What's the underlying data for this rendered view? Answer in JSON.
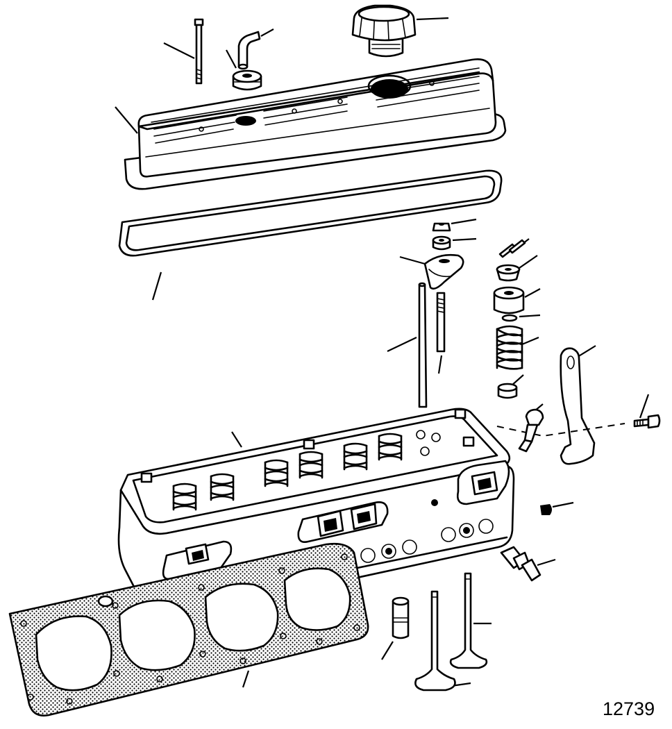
{
  "figure": {
    "number": "12739",
    "parts": [
      "head-bolt",
      "pcv-elbow",
      "grommet",
      "oil-filler-cap",
      "rocker-cover",
      "rocker-cover-gasket",
      "rocker-nut",
      "rocker-ball",
      "rocker-arm",
      "pushrod",
      "rocker-stud",
      "valve-keepers",
      "spring-cap",
      "valve-seal",
      "o-ring",
      "valve-spring",
      "spring-shim",
      "lifting-bracket",
      "bracket-bolt",
      "spark-plug",
      "cylinder-head",
      "plug",
      "temperature-sender",
      "valve-guide",
      "exhaust-valve",
      "intake-valve",
      "head-gasket"
    ]
  }
}
